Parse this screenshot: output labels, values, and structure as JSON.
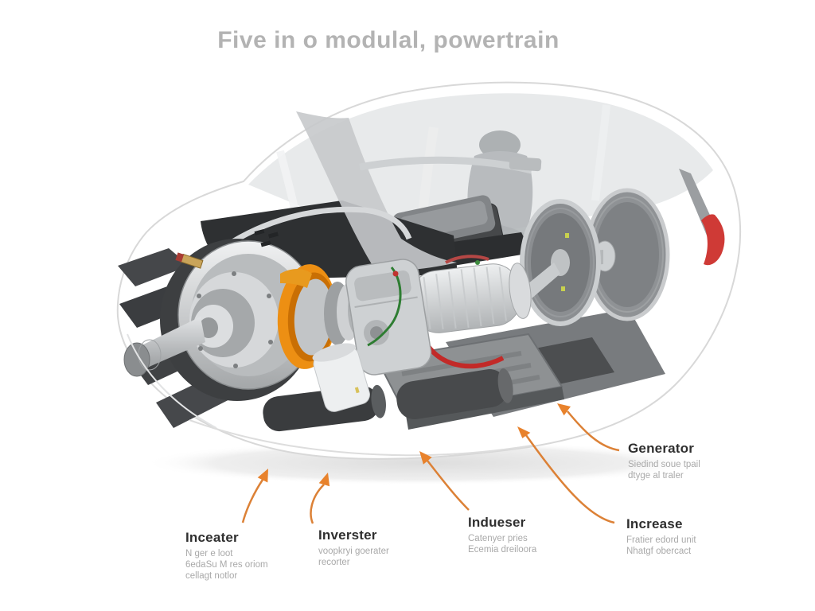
{
  "title": "Five in o modulal, powertrain",
  "colors": {
    "title_gray": "#b3b3b3",
    "arrow_orange": "#e8822c",
    "stator_ring_orange": "#ed8f13",
    "tail_light_red": "#cf3a36",
    "heading_dark": "#2f2f2f",
    "subtext_gray": "#a9a9a9"
  },
  "labels": [
    {
      "id": "inceater",
      "heading": "Inceater",
      "lines": [
        "N ger e loot",
        "6edaSu M res oriom",
        "cellagt notlor"
      ]
    },
    {
      "id": "inverster",
      "heading": "Inverster",
      "lines": [
        "voopkryi goerater",
        "recorter"
      ]
    },
    {
      "id": "indueser",
      "heading": "Indueser",
      "lines": [
        "Catenyer pries",
        "Ecemia dreiloora"
      ]
    },
    {
      "id": "increase",
      "heading": "Increase",
      "lines": [
        "Fratier edord unit",
        "Nhatgf obercact"
      ]
    },
    {
      "id": "generator",
      "heading": "Generator",
      "lines": [
        "Siedind soue tpail",
        "dtyge al traler"
      ]
    }
  ]
}
